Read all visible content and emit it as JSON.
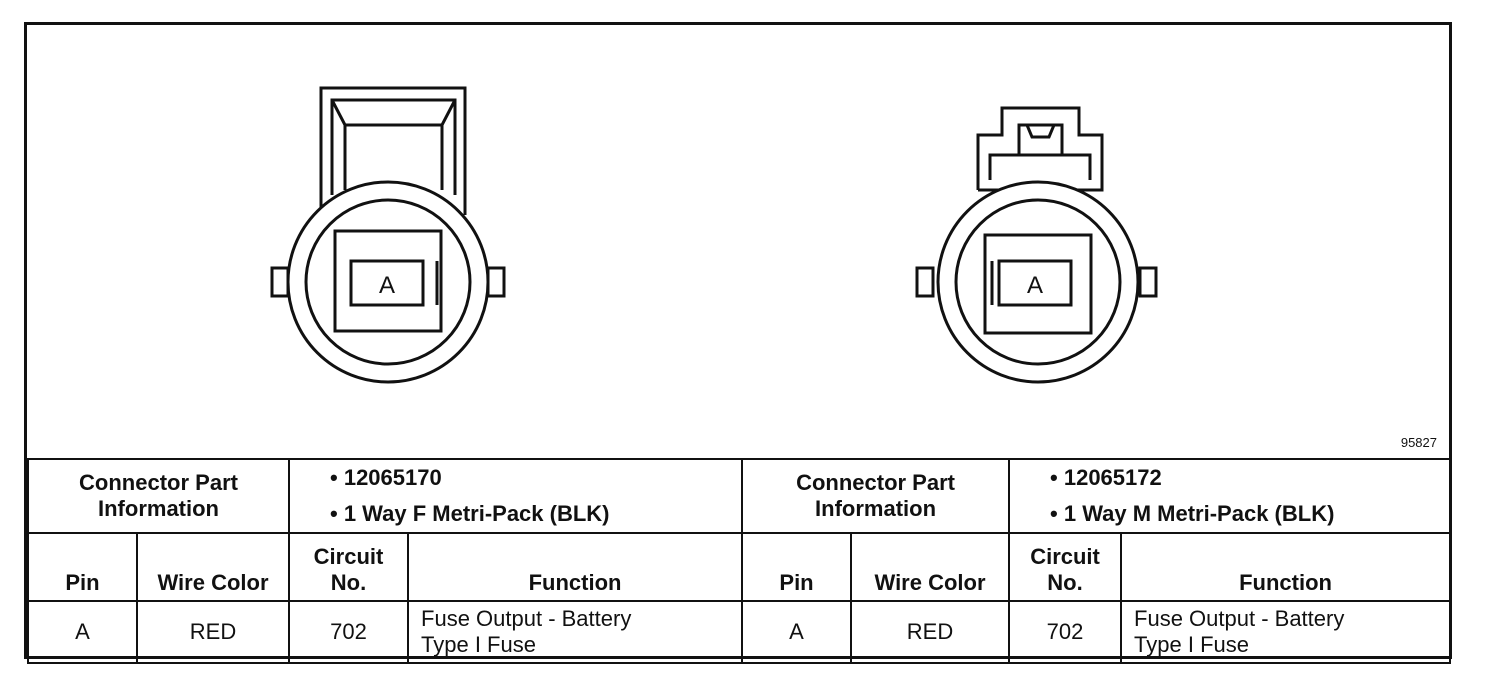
{
  "figure_id": "95827",
  "connectors": [
    {
      "cavity_label": "A",
      "part_info_label": [
        "Connector Part",
        "Information"
      ],
      "part_details": [
        "• 12065170",
        "• 1 Way F Metri-Pack (BLK)"
      ],
      "headers": {
        "pin": "Pin",
        "wire_color": "Wire Color",
        "circuit": [
          "Circuit",
          "No."
        ],
        "function": "Function"
      },
      "rows": [
        {
          "pin": "A",
          "wire_color": "RED",
          "circuit": "702",
          "function": [
            "Fuse Output - Battery",
            "Type I Fuse"
          ]
        }
      ]
    },
    {
      "cavity_label": "A",
      "part_info_label": [
        "Connector Part",
        "Information"
      ],
      "part_details": [
        "• 12065172",
        "• 1 Way M Metri-Pack (BLK)"
      ],
      "headers": {
        "pin": "Pin",
        "wire_color": "Wire Color",
        "circuit": [
          "Circuit",
          "No."
        ],
        "function": "Function"
      },
      "rows": [
        {
          "pin": "A",
          "wire_color": "RED",
          "circuit": "702",
          "function": [
            "Fuse Output - Battery",
            "Type I Fuse"
          ]
        }
      ]
    }
  ]
}
